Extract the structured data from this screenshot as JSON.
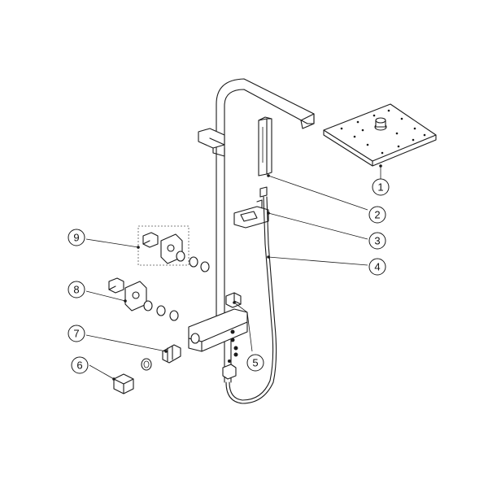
{
  "callouts": [
    {
      "id": "1"
    },
    {
      "id": "2"
    },
    {
      "id": "3"
    },
    {
      "id": "4"
    },
    {
      "id": "5"
    },
    {
      "id": "6"
    },
    {
      "id": "7"
    },
    {
      "id": "8"
    },
    {
      "id": "9"
    }
  ],
  "colors": {
    "line": "#1a1a1a",
    "background": "#ffffff"
  }
}
